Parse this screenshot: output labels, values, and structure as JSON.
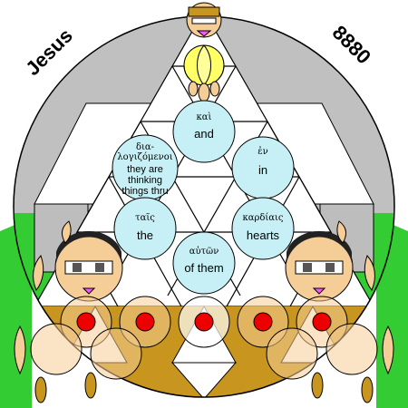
{
  "title": "Jesus",
  "number": "8880",
  "words": [
    {
      "greek": "καὶ",
      "english": "and"
    },
    {
      "greek": "διαλογιζόμενοι",
      "greek_line1": "δια-",
      "greek_line2": "λογιζόμενοι",
      "english": "they are thinking things thru",
      "english_line1": "they are",
      "english_line2": "thinking",
      "english_line3": "things thru"
    },
    {
      "greek": "ἐν",
      "english": "in"
    },
    {
      "greek": "ταῖς",
      "english": "the"
    },
    {
      "greek": "καρδίαις",
      "english": "hearts"
    },
    {
      "greek": "αὐτῶν",
      "english": "of them"
    }
  ],
  "colors": {
    "sky": "#c0c0c0",
    "grass": "#33cc33",
    "ground": "#c8961e",
    "word_circle": "#c6f0f5",
    "skin": "#f5cd96",
    "red_dot": "#ee0000",
    "halo": "#ffff66",
    "gray_panel": "#bdbdbd",
    "magenta": "#ff55ff"
  }
}
